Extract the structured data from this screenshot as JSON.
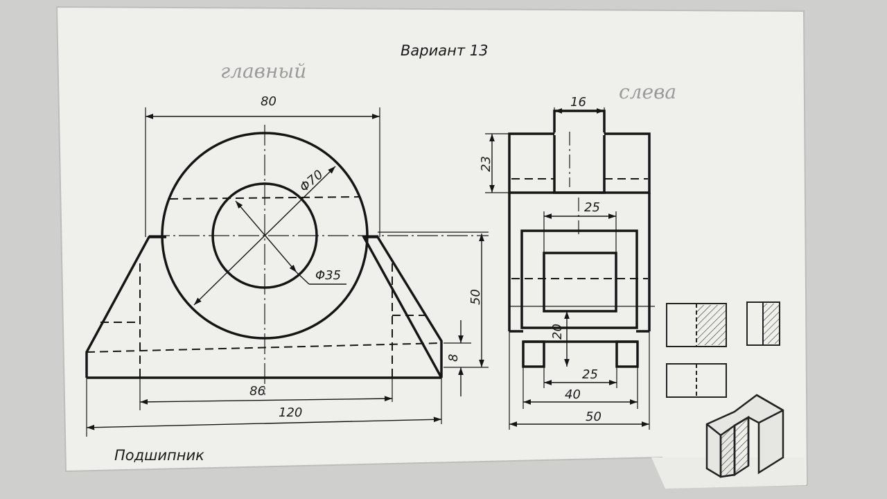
{
  "title": "Вариант 13",
  "part_name": "Подшипник",
  "handwritten": {
    "front_view": "главный",
    "left_view": "слева"
  },
  "front_view_dims": {
    "width_top": "80",
    "outer_diameter": "Φ70",
    "inner_diameter": "Φ35",
    "height": "50",
    "base_thickness": "8",
    "inner_width": "86",
    "total_width": "120"
  },
  "side_view_dims": {
    "boss_width": "16",
    "boss_height": "23",
    "window_width": "25",
    "window_height": "20",
    "slot_width": "25",
    "inner_width": "40",
    "total_width": "50"
  },
  "colors": {
    "paper": "#efefec",
    "background": "#cfcfcd",
    "ink": "#151515"
  }
}
